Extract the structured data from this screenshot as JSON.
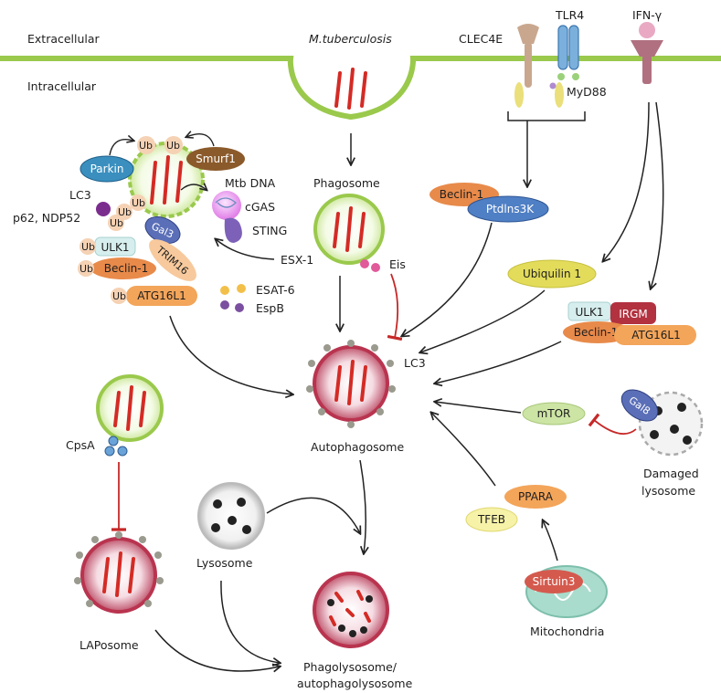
{
  "regions": {
    "extracellular": "Extracellular",
    "intracellular": "Intracellular"
  },
  "pathogen": "M.tuberculosis",
  "receptors": {
    "clec4e": "CLEC4E",
    "tlr4": "TLR4",
    "ifn": "IFN-γ",
    "myd88": "MyD88"
  },
  "left_complex": {
    "ub": "Ub",
    "parkin": "Parkin",
    "smurf1": "Smurf1",
    "lc3": "LC3",
    "p62": "p62, NDP52",
    "gal3": "Gal3",
    "ulk1": "ULK1",
    "trim16": "TRIM16",
    "beclin1": "Beclin-1",
    "atg16l1": "ATG16L1"
  },
  "sensing": {
    "mtb_dna": "Mtb DNA",
    "cgas": "cGAS",
    "sting": "STING"
  },
  "phagosome": {
    "label": "Phagosome",
    "esx1": "ESX-1",
    "eis": "Eis",
    "esat6": "ESAT-6",
    "espb": "EspB"
  },
  "right_pathways": {
    "beclin1": "Beclin-1",
    "ptdins3k": "Ptdlns3K",
    "ubiquilin": "Ubiquilin 1",
    "ulk1": "ULK1",
    "irgm": "IRGM",
    "beclin1b": "Beclin-1",
    "atg16l1": "ATG16L1",
    "mtor": "mTOR",
    "gal8": "Gal8",
    "damaged_lysosome": [
      "Damaged",
      "lysosome"
    ],
    "ppara": "PPARA",
    "tfeb": "TFEB",
    "sirtuin3": "Sirtuin3",
    "mitochondria": "Mitochondria"
  },
  "center": {
    "lc3": "LC3",
    "autophagosome": "Autophagosome",
    "cpsa": "CpsA",
    "laposome": "LAPosome",
    "lysosome": "Lysosome",
    "phagolysosome": [
      "Phagolysosome/",
      "autophagolysosome"
    ]
  },
  "colors": {
    "membrane": "#9ac94c",
    "green_fill": "#f4fbe6",
    "red_rod": "#d42b25",
    "auto_ring": "#b9344f",
    "inhibit": "#c62828",
    "arrow": "#222222"
  }
}
